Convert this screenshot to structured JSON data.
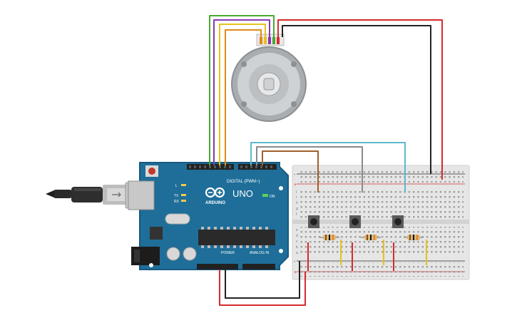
{
  "arduino": {
    "brand": "ARDUINO",
    "model": "UNO",
    "digital_label": "DIGITAL (PWM~)",
    "power_label": "POWER",
    "analog_label": "ANALOG IN",
    "on_label": "ON",
    "tx_label": "TX",
    "rx_label": "RX",
    "l_label": "L",
    "colors": {
      "board": "#1e6e99",
      "board_dark": "#175a80",
      "chip": "#2a2a2a"
    }
  },
  "motor": {
    "colors": {
      "body": "#a9adb0",
      "face": "#d3d6d8",
      "connector": "#e8e8e8"
    }
  },
  "breadboard": {
    "row_letters_top": [
      "j",
      "i",
      "h",
      "g",
      "f"
    ],
    "row_letters_bottom": [
      "e",
      "d",
      "c",
      "b",
      "a"
    ],
    "plus": "+",
    "minus": "-",
    "colors": {
      "body": "#e6e6e6",
      "rail_red": "#d62a2a",
      "rail_dark": "#2a2a2a"
    }
  },
  "components": {
    "buttons": 3,
    "resistors": 3
  },
  "wire_colors": {
    "green": "#4aa832",
    "purple": "#8a35b5",
    "orange": "#e08a18",
    "yellow": "#e6c21c",
    "brown": "#a0602a",
    "gray": "#8a8a8a",
    "cyan": "#5fb8cc",
    "red": "#d62a2a",
    "black": "#222222"
  }
}
